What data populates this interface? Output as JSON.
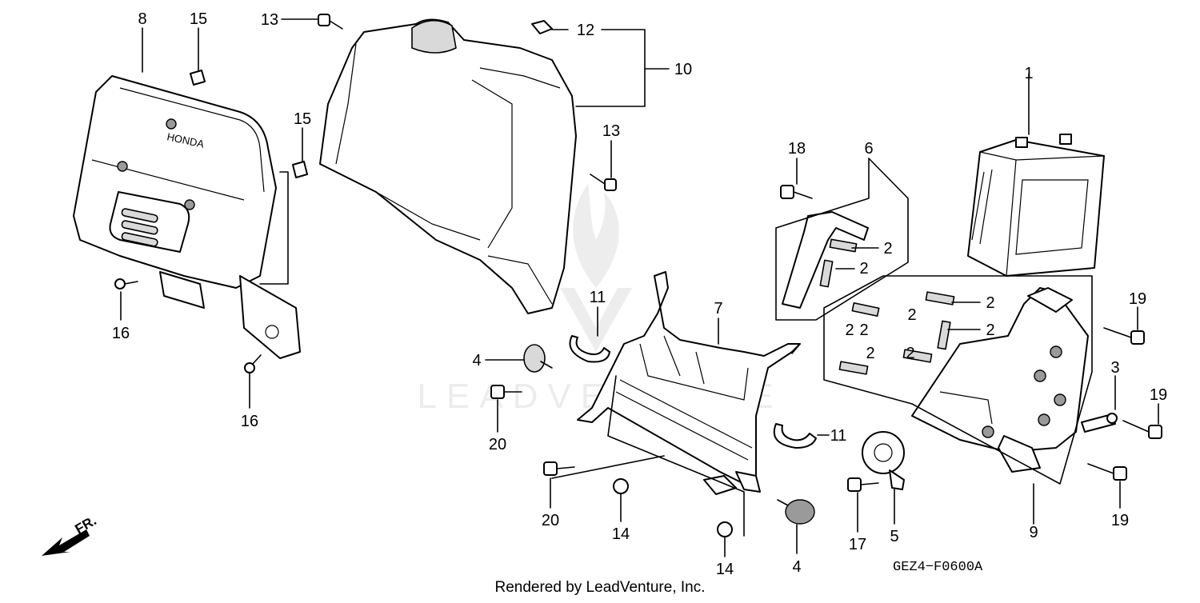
{
  "diagram": {
    "callouts": [
      "1",
      "2",
      "3",
      "4",
      "5",
      "6",
      "7",
      "8",
      "9",
      "10",
      "11",
      "12",
      "13",
      "14",
      "15",
      "16",
      "17",
      "18",
      "19",
      "20"
    ],
    "cover_brand": "HONDA",
    "watermark": "LEADVENTURE",
    "direction_label": "FR.",
    "drawing_code": "GEZ4−F0600A",
    "footer": "Rendered by LeadVenture, Inc."
  }
}
